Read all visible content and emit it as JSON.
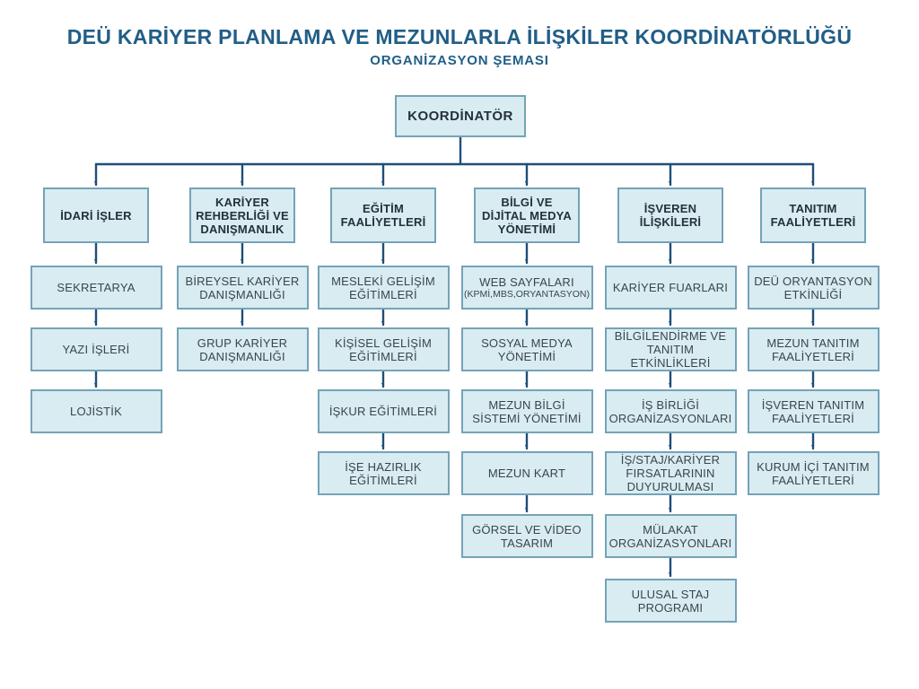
{
  "page": {
    "title": "DEÜ KARİYER PLANLAMA VE MEZUNLARLA İLİŞKİLER KOORDİNATÖRLÜĞÜ",
    "subtitle": "ORGANİZASYON ŞEMASI"
  },
  "colors": {
    "box_fill": "#d9ecf2",
    "box_border": "#74a3b8",
    "connector_line": "#1f4e79",
    "title_text": "#215e87",
    "item_text": "#3a454d",
    "header_text": "#24313b"
  },
  "chart_data": {
    "type": "org-chart",
    "root": {
      "label": "KOORDİNATÖR"
    },
    "columns": [
      {
        "header": "İDARİ İŞLER",
        "items": [
          "SEKRETARYA",
          "YAZI İŞLERİ",
          "LOJİSTİK"
        ]
      },
      {
        "header": "KARİYER REHBERLİĞİ VE DANIŞMANLIK",
        "items": [
          "BİREYSEL KARİYER DANIŞMANLIĞI",
          "GRUP KARİYER DANIŞMANLIĞI"
        ]
      },
      {
        "header": "EĞİTİM FAALİYETLERİ",
        "items": [
          "MESLEKİ GELİŞİM EĞİTİMLERİ",
          "KİŞİSEL GELİŞİM EĞİTİMLERİ",
          "İŞKUR EĞİTİMLERİ",
          "İŞE HAZIRLIK EĞİTİMLERİ"
        ]
      },
      {
        "header": "BİLGİ VE DİJİTAL MEDYA YÖNETİMİ",
        "items": [
          {
            "label": "WEB SAYFALARI",
            "sublabel": "(KPMİ,MBS,ORYANTASYON)"
          },
          "SOSYAL MEDYA YÖNETİMİ",
          "MEZUN BİLGİ SİSTEMİ YÖNETİMİ",
          "MEZUN KART",
          "GÖRSEL VE VİDEO TASARIM"
        ]
      },
      {
        "header": "İŞVEREN İLİŞKİLERİ",
        "items": [
          "KARİYER FUARLARI",
          "BİLGİLENDİRME VE TANITIM ETKİNLİKLERİ",
          "İŞ BİRLİĞİ ORGANİZASYONLARI",
          "İŞ/STAJ/KARİYER FIRSATLARININ DUYURULMASI",
          "MÜLAKAT ORGANİZASYONLARI",
          "ULUSAL STAJ PROGRAMI"
        ]
      },
      {
        "header": "TANITIM FAALİYETLERİ",
        "items": [
          "DEÜ ORYANTASYON ETKİNLİĞİ",
          "MEZUN TANITIM FAALİYETLERİ",
          "İŞVEREN TANITIM FAALİYETLERİ",
          "KURUM İÇİ TANITIM FAALİYETLERİ"
        ]
      }
    ]
  }
}
